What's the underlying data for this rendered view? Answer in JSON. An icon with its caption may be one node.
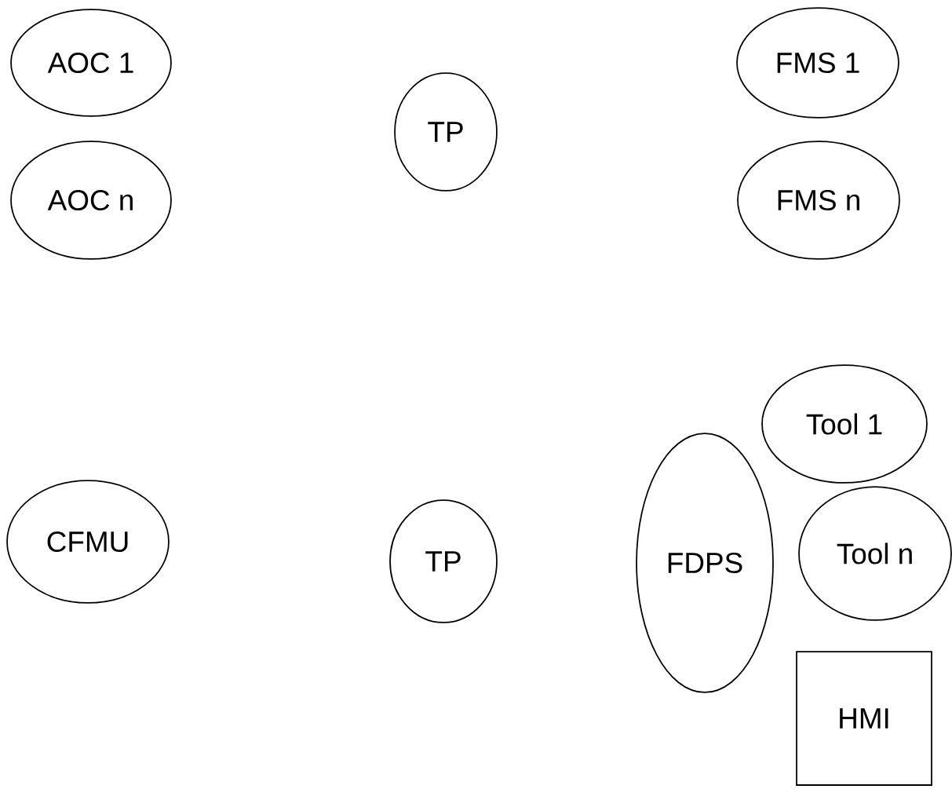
{
  "diagram": {
    "nodes": [
      {
        "text": [
          "AOC 1"
        ]
      },
      {
        "text": [
          "AOC n"
        ]
      },
      {
        "text": [
          "TP"
        ]
      },
      {
        "text": [
          "FMS 1"
        ]
      },
      {
        "text": [
          "FMS n"
        ]
      },
      {
        "text": [
          "Tool 1"
        ]
      },
      {
        "text": [
          "CFMU"
        ]
      },
      {
        "text": [
          "TP"
        ]
      },
      {
        "text": [
          "FDPS"
        ]
      },
      {
        "text": [
          "Tool n"
        ]
      },
      {
        "text": [
          "HMI"
        ]
      }
    ]
  }
}
